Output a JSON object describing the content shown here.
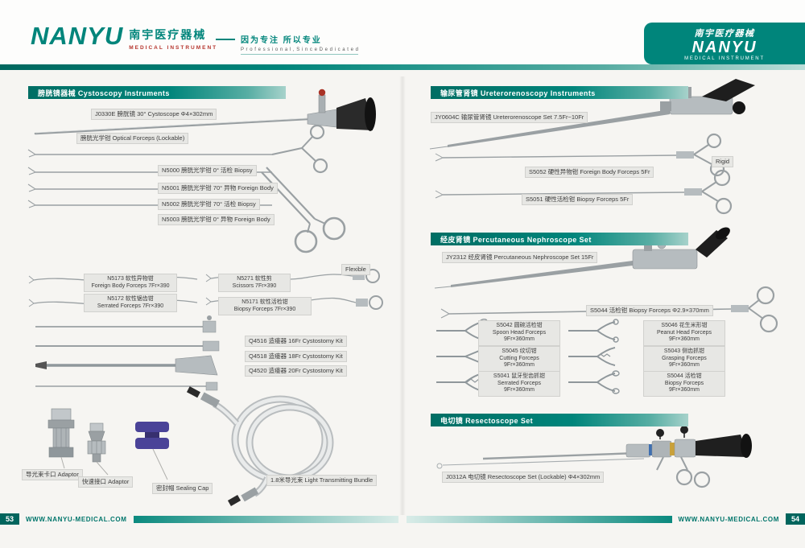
{
  "colors": {
    "teal": "#00857b",
    "teal_dark": "#00655d",
    "label_bg": "#e7e7e4",
    "accent_red": "#b5342c",
    "cap_purple": "#4a4398"
  },
  "header": {
    "logo": "NANYU",
    "logo_cn": "南宇医疗器械",
    "logo_sub": "MEDICAL  INSTRUMENT",
    "slogan_cn": "因为专注  所以专业",
    "slogan_en": "P r o f e s s i o n a l ,  S i n c e  D e d i c a t e d",
    "badge_cn": "南宇医疗器械",
    "badge_logo": "NANYU",
    "badge_sub": "MEDICAL  INSTRUMENT"
  },
  "cysto": {
    "title": "膀胱镜器械  Cystoscopy Instruments",
    "scope": "J0330E 膀胱镜 30°  Cystoscope  Φ4×302mm",
    "optical": "膀胱光学钳 Optical Forceps (Lockable)",
    "n5000": "N5000 膀胱光学钳  0°  活检 Biopsy",
    "n5001": "N5001 膀胱光学钳 70°  异物 Foreign Body",
    "n5002": "N5002 膀胱光学钳 70°  活检 Biopsy",
    "n5003": "N5003 膀胱光学钳  0°  异物 Foreign Body",
    "flexible": "Flexible",
    "n5173a": "N5173 软性异物钳",
    "n5173b": "Foreign Body Forceps 7Fr×390",
    "n5271a": "N5271 软性剪",
    "n5271b": "Scissors 7Fr×390",
    "n5172a": "N5172 软性锯齿钳",
    "n5172b": "Serrated Forceps 7Fr×390",
    "n5171a": "N5171 软性活检钳",
    "n5171b": "Biopsy Forceps 7Fr×390",
    "q4516": "Q4516 造瘘器 16Fr Cystostomy Kit",
    "q4518": "Q4518 造瘘器 18Fr Cystostomy Kit",
    "q4520": "Q4520 造瘘器 20Fr Cystostomy Kit",
    "adaptor1": "导光束卡口 Adaptor",
    "adaptor2": "快速接口 Adaptor",
    "cap": "密封帽 Sealing Cap",
    "bundle": "1.8米导光束  Light Transmitting Bundle"
  },
  "uretero": {
    "title": "输尿管肾镜 Ureterorenoscopy Instruments",
    "set": "JY0604C 输尿管肾镜 Ureterorenoscope Set 7.5Fr~10Fr",
    "rigid": "Rigid",
    "s5052": "S5052 硬性异物钳 Foreign Body Forceps 5Fr",
    "s5051": "S5051 硬性活检钳 Biopsy Forceps 5Fr"
  },
  "nephro": {
    "title": "经皮肾镜 Percutaneous Nephroscope Set",
    "set": "JY2312 经皮肾镜 Percutaneous Nephroscope Set 15Fr",
    "s5044_long": "S5044 活检钳 Biopsy Forceps  Φ2.9×370mm",
    "grid": [
      {
        "code": "S5042 圆碗活检钳",
        "en": "Spoon Head Forceps",
        "spec": "9Fr×360mm"
      },
      {
        "code": "S5046 花生米形钳",
        "en": "Peanut Head Forceps",
        "spec": "9Fr×360mm"
      },
      {
        "code": "S5045 纹切钳",
        "en": "Cutting Forceps",
        "spec": "9Fr×360mm"
      },
      {
        "code": "S5043 侧齿抓钳",
        "en": "Grasping Forceps",
        "spec": "9Fr×360mm"
      },
      {
        "code": "S5041 鼠牙型齿抓钳",
        "en": "Serrated Forceps",
        "spec": "9Fr×360mm"
      },
      {
        "code": "S5044 活检钳",
        "en": "Biopsy Forceps",
        "spec": "9Fr×360mm"
      }
    ]
  },
  "resecto": {
    "title": "电切镜  Resectoscope Set",
    "set": "J0312A 电切镜 Resectoscope Set (Lockable)  Φ4×302mm"
  },
  "footer": {
    "page_left": "53",
    "page_right": "54",
    "site_left": "WWW.NANYU-MEDICAL.COM",
    "site_right": "WWW.NANYU-MEDICAL.COM"
  }
}
